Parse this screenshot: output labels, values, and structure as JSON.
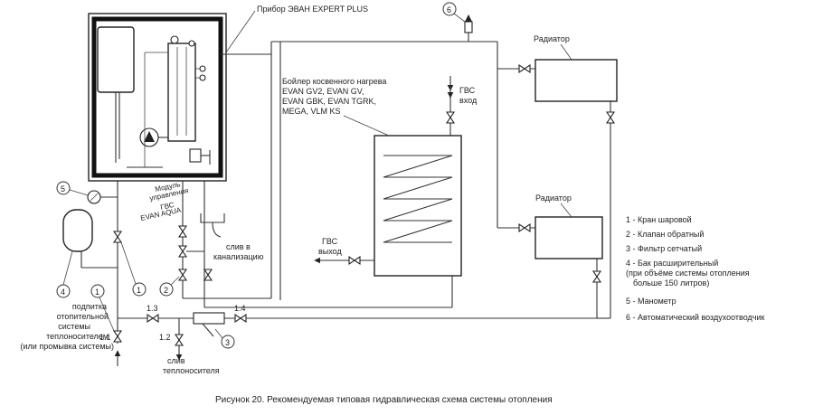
{
  "device_label": "Прибор ЭВАН EXPERT PLUS",
  "boiler_lines": [
    "Бойлер косвенного нагрева",
    "EVAN GV2, EVAN GV,",
    "EVAN GBK, EVAN TGRK,",
    "MEGA, VLM KS"
  ],
  "radiator_label": "Радиатор",
  "gvs_in": [
    "ГВС",
    "вход"
  ],
  "gvs_out": [
    "ГВС",
    "выход"
  ],
  "module_lines": [
    "Модуль",
    "управления",
    "ГВС",
    "EVAN AQUA"
  ],
  "drain_sewer": [
    "слив в",
    "канализацию"
  ],
  "drain_coolant": [
    "слив",
    "теплоносителя"
  ],
  "feed_lines": [
    "подпитка",
    "отопительной",
    "системы",
    "теплоносителем",
    "(или промывка системы)"
  ],
  "callouts": {
    "c1": "1",
    "c2": "2",
    "c3": "3",
    "c4": "4",
    "c5": "5",
    "c6": "6",
    "v11": "1.1",
    "v12": "1.2",
    "v13": "1.3",
    "v14": "1.4"
  },
  "legend": [
    "1 - Кран шаровой",
    "2 - Клапан обратный",
    "3 - Фильтр сетчатый",
    "4 - Бак расширительный",
    "(при объёме системы отопления",
    "больше 150 литров)",
    "5 - Манометр",
    "6 - Автоматический воздухоотводчик"
  ],
  "caption": "Рисунок 20. Рекомендуемая типовая гидравлическая схема системы отопления"
}
